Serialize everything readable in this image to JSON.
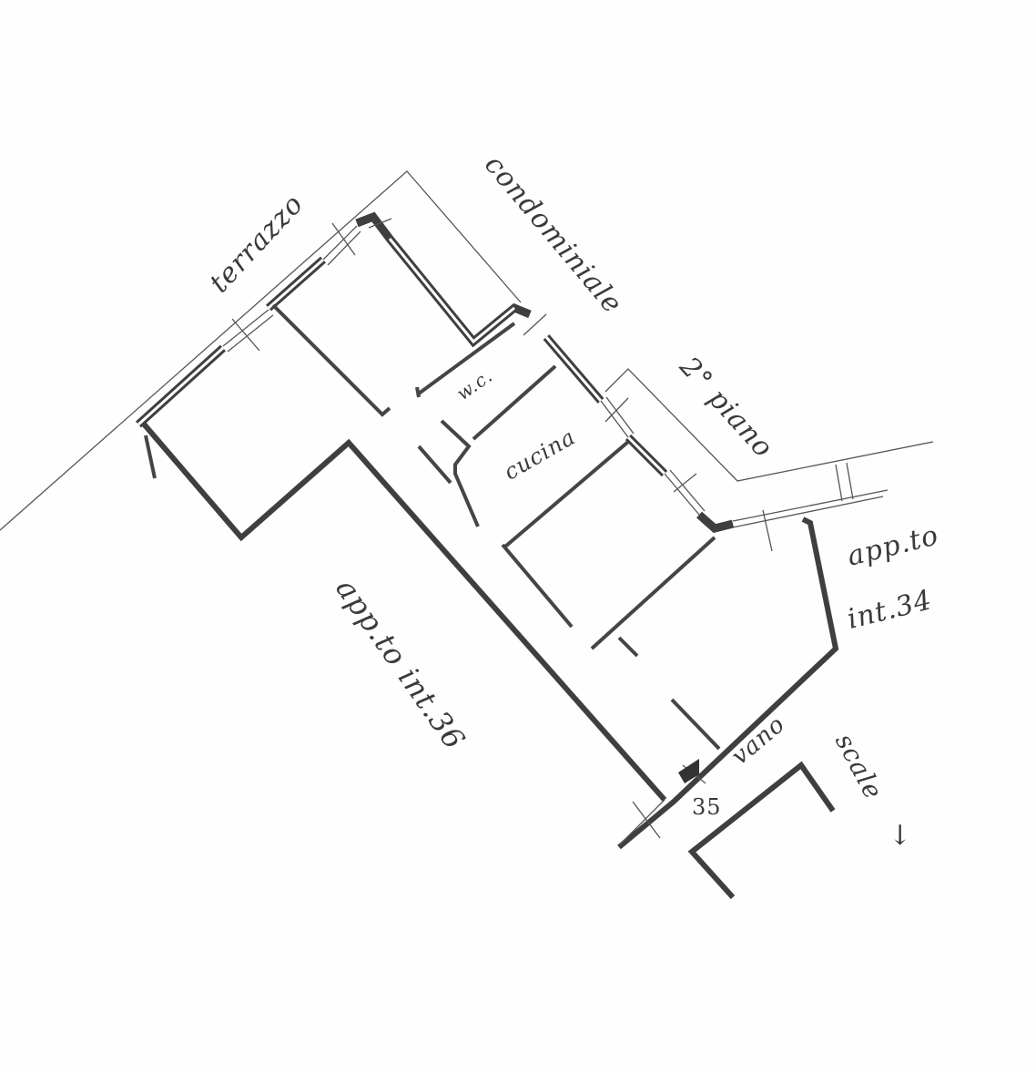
{
  "labels": {
    "terrace": "terrazzo",
    "condominium": "condominiale",
    "floor": "2° piano",
    "wc": "w.c.",
    "kitchen": "cucina",
    "neighbor_34_a": "app.to",
    "neighbor_34_b": "int.34",
    "neighbor_36": "app.to int.36",
    "stair_a": "vano",
    "stair_b": "scale",
    "unit_number": "35",
    "down_arrow": "↓"
  },
  "colors": {
    "ink": "#3f3f3f",
    "paper": "#fefefe"
  }
}
